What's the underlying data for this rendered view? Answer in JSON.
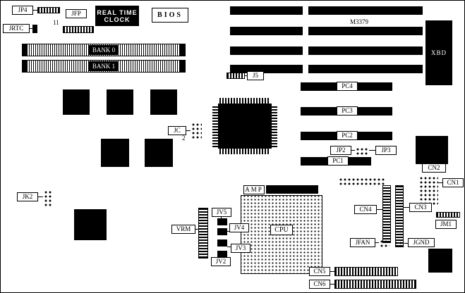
{
  "labels": {
    "jp4": "JP4",
    "jfp": "JFP",
    "pin11": "11",
    "jrtc": "JRTC",
    "rtc1": "REAL TIME",
    "rtc2": "CLOCK",
    "bios": "BIOS",
    "m3379": "M3379",
    "xbd": "XBD",
    "bank0": "BANK 0",
    "bank1": "BANK 1",
    "j5": "J5",
    "jc": "JC",
    "jc_pin2": "2",
    "pc4": "PC4",
    "pc3": "PC3",
    "pc2": "PC2",
    "pc1": "PC1",
    "jp2": "JP2",
    "jp3": "JP3",
    "cn1": "CN1",
    "cn2": "CN2",
    "cn3": "CN3",
    "cn4": "CN4",
    "cn5": "CN5",
    "cn6": "CN6",
    "jk2": "JK2",
    "jm1": "JM1",
    "amp": "AMP",
    "cpu": "CPU",
    "jv2": "JV2",
    "jv3": "JV3",
    "jv4": "JV4",
    "jv5": "JV5",
    "vrm": "VRM",
    "jfan": "JFAN",
    "jgnd": "JGND"
  },
  "colors": {
    "background": "#ffffff",
    "ink": "#000000"
  }
}
